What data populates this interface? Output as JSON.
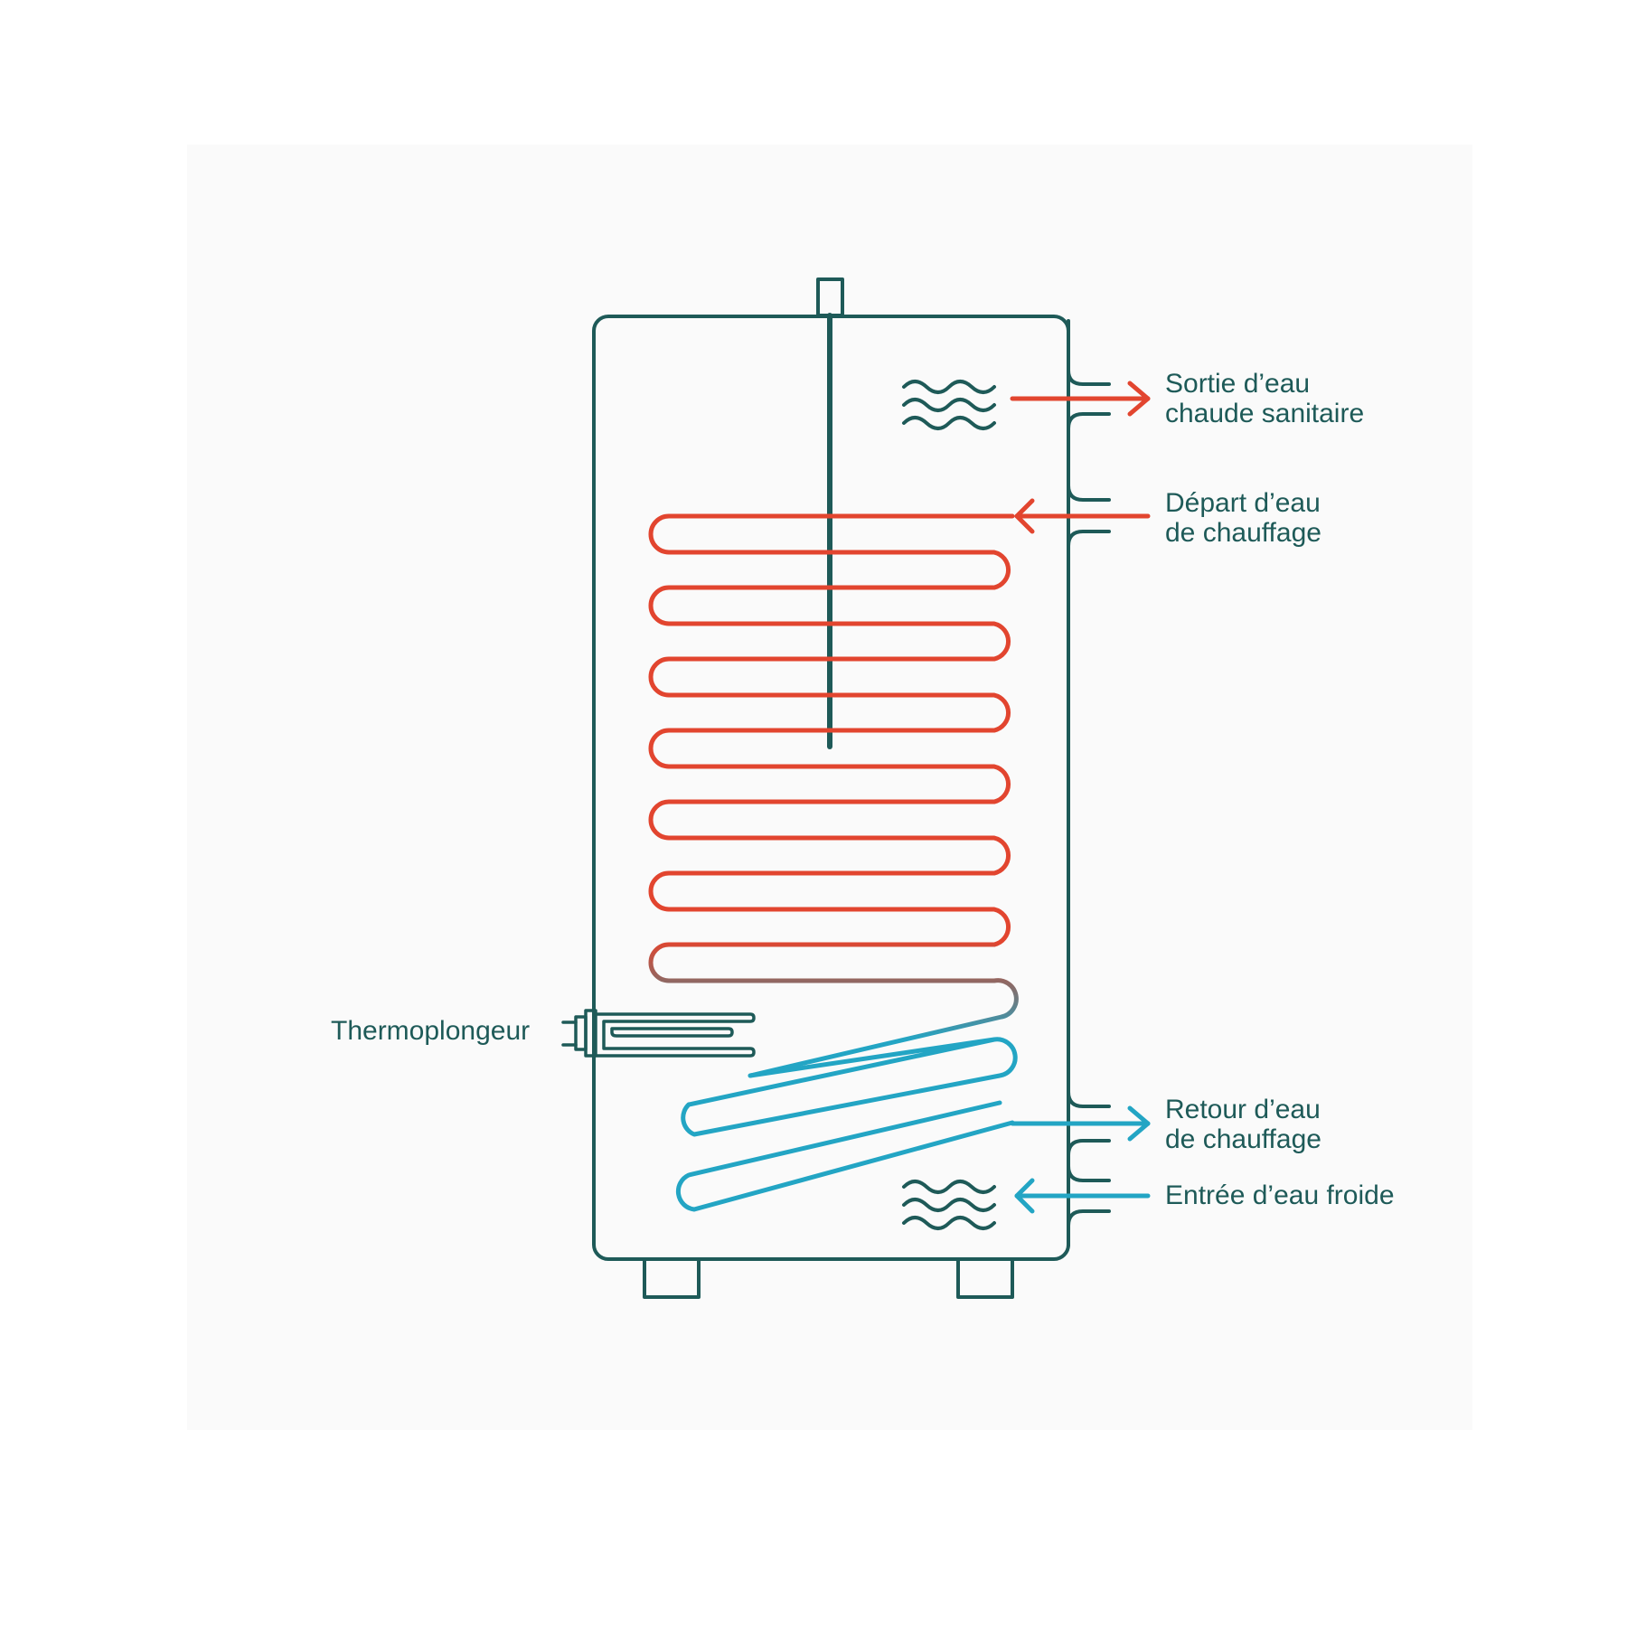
{
  "colors": {
    "outline": "#1e5a58",
    "hot": "#e2452f",
    "cold": "#23a5c4",
    "panel": "#fafafa"
  },
  "labels": {
    "hot_water_out": [
      "Sortie d’eau",
      "chaude sanitaire"
    ],
    "heating_flow": [
      "Départ d’eau",
      "de chauffage"
    ],
    "heating_return": [
      "Retour d’eau",
      "de chauffage"
    ],
    "cold_water_in": [
      "Entrée d’eau froide"
    ],
    "immersion_heater": "Thermoplongeur"
  },
  "icons": {
    "hot_water": "water-waves-icon",
    "cold_water": "water-waves-icon"
  }
}
